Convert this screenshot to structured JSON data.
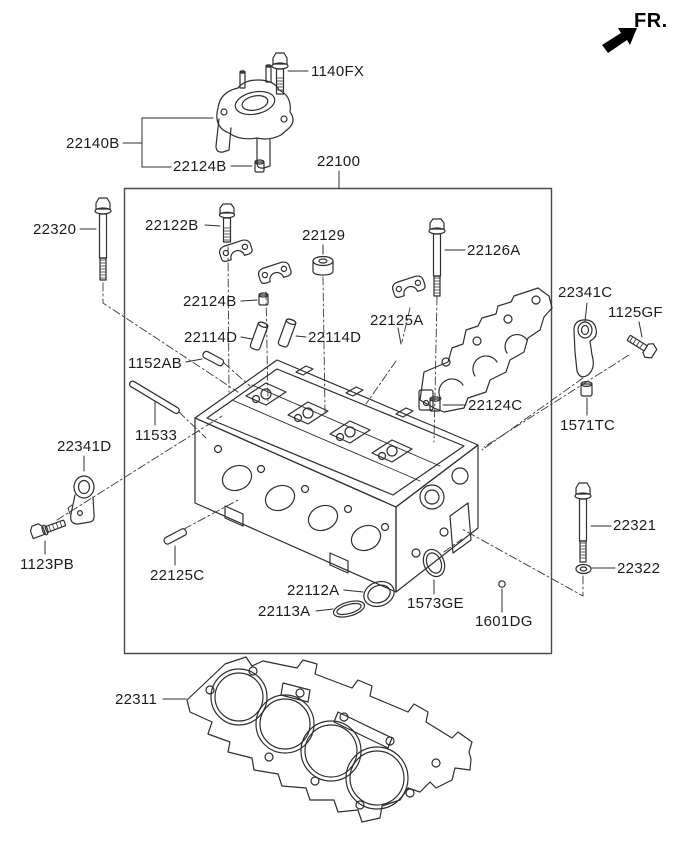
{
  "fr_label": "FR.",
  "labels": {
    "p1140fx": "1140FX",
    "p22140b": "22140B",
    "p22124b_top": "22124B",
    "p22100": "22100",
    "p22320": "22320",
    "p22122b": "22122B",
    "p22129": "22129",
    "p22126a": "22126A",
    "p22341c": "22341C",
    "p1125gf": "1125GF",
    "p22124b_mid": "22124B",
    "p22125a": "22125A",
    "p22114d_left": "22114D",
    "p22114d_right": "22114D",
    "p1152ab": "1152AB",
    "p22124c": "22124C",
    "p1571tc": "1571TC",
    "p11533": "11533",
    "p22341d": "22341D",
    "p22321": "22321",
    "p22322": "22322",
    "p1123pb": "1123PB",
    "p22125c": "22125C",
    "p22112a": "22112A",
    "p22113a": "22113A",
    "p1573ge": "1573GE",
    "p1601dg": "1601DG",
    "p22311": "22311"
  },
  "colors": {
    "line": "#2e2e2e",
    "background": "#ffffff"
  }
}
